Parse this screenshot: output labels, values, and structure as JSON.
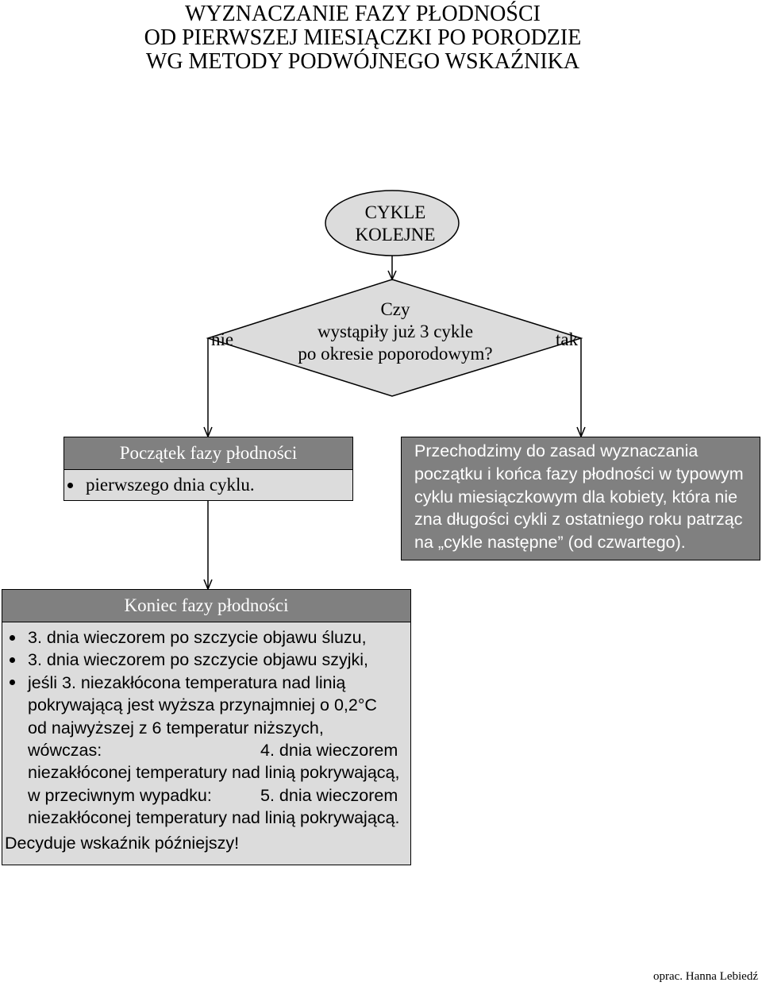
{
  "title": {
    "lines": [
      "WYZNACZANIE FAZY PŁODNOŚCI",
      "OD PIERWSZEJ MIESIĄCZKI PO PORODZIE",
      "WG METODY PODWÓJNEGO WSKAŹNIKA"
    ]
  },
  "start_node": {
    "lines": [
      "CYKLE",
      "KOLEJNE"
    ]
  },
  "decision": {
    "lines": [
      "Czy",
      "wystąpiły już 3 cykle",
      "po okresie poporodowym?"
    ],
    "no_label": "nie",
    "yes_label": "tak"
  },
  "fertile_start_box": {
    "header": "Początek fazy płodności",
    "items": [
      "pierwszego dnia cyklu."
    ]
  },
  "typical_cycle_box": {
    "lines": [
      "Przechodzimy do zasad wyznaczania",
      "początku i końca fazy płodności w typowym",
      "cyklu miesiączkowym dla kobiety, która nie",
      "zna długości cykli z ostatniego roku patrząc",
      "na „cykle następne” (od czwartego)."
    ]
  },
  "fertile_end_box": {
    "header": "Koniec fazy płodności",
    "mucus_rule": "3. dnia wieczorem po szczycie objawu śluzu,",
    "cervix_rule": "3. dnia wieczorem po szczycie objawu szyjki,",
    "temperature_rule": {
      "lines": [
        "jeśli 3. niezakłócona temperatura nad linią",
        "pokrywającą jest wyższa przynajmniej o 0,2°C",
        "od najwyższej z 6 temperatur niższych,"
      ],
      "then_label": "wówczas:",
      "then_value": "4. dnia wieczorem",
      "then_tail": "niezakłóconej temperatury nad linią pokrywającą,",
      "else_label": "w przeciwnym wypadku:",
      "else_value": "5. dnia wieczorem",
      "else_tail": "niezakłóconej temperatury nad linią pokrywającą."
    },
    "conclusion": "Decyduje wskaźnik późniejszy!"
  },
  "credit": "oprac. Hanna Lebiedź",
  "colors": {
    "dark_fill": "#808080",
    "light_fill": "#dcdcdc",
    "stroke": "#000000",
    "header_text": "#ffffff",
    "text": "#000000"
  }
}
